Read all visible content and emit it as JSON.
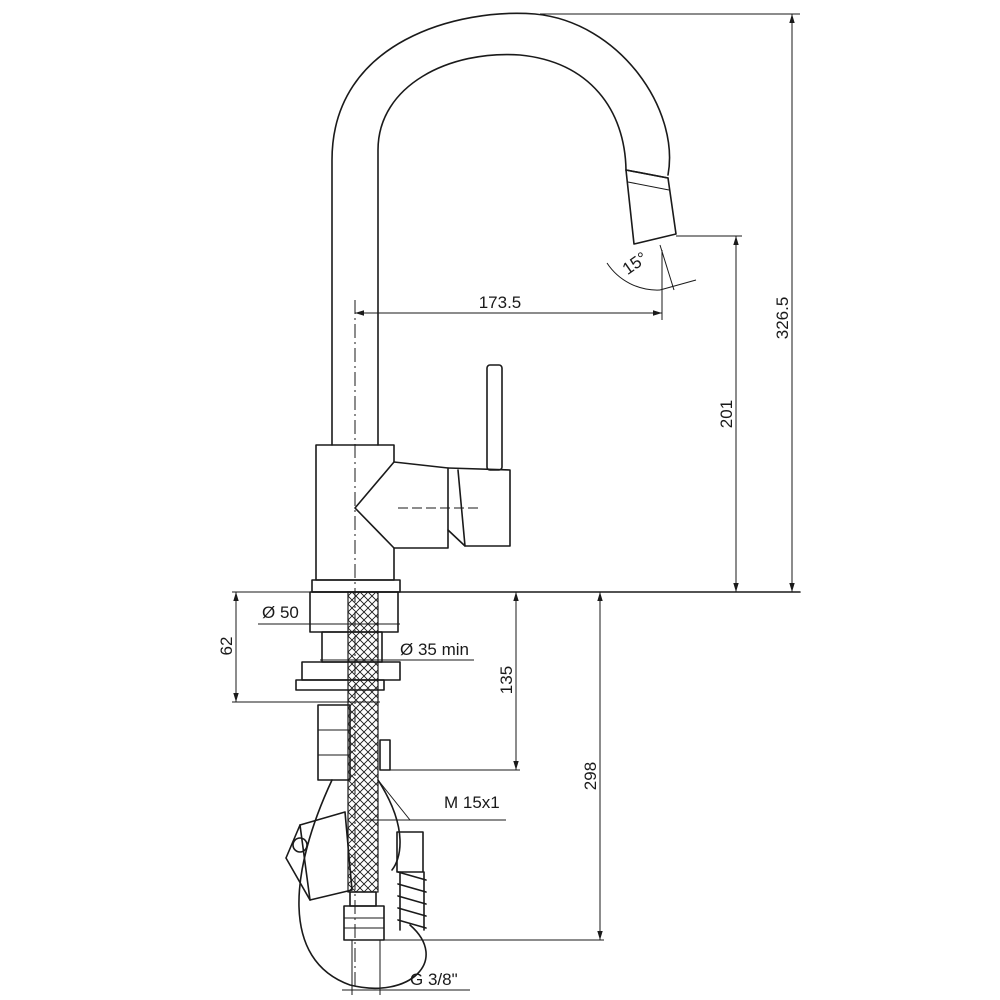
{
  "dimensions": {
    "overall_height": "326.5",
    "spout_outlet_height": "201",
    "spout_reach": "173.5",
    "swivel_angle": "15°",
    "base_diameter": "Ø 50",
    "hole_diameter": "Ø 35 min",
    "max_deck_thickness": "62",
    "fixing_length": "135",
    "hose_length": "298",
    "thread_size": "M 15x1",
    "connection_size": "G 3/8\""
  },
  "colors": {
    "line": "#1a1a1a",
    "background": "#ffffff"
  }
}
